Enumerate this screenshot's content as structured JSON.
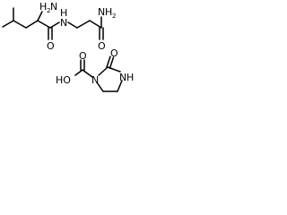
{
  "molecule_1": {
    "amine_n": "N",
    "amine_h": "H",
    "amine_sub": "2",
    "amide_nh_h": "H",
    "amide_nh_n": "N",
    "amide_o": "O",
    "terminal_n": "N",
    "terminal_h": "H",
    "terminal_sub": "2",
    "terminal_o": "O"
  },
  "molecule_2": {
    "acid_o_top": "O",
    "hydroxyl": "HO",
    "ring_n1": "N",
    "ring_o": "O",
    "ring_nh_n": "N",
    "ring_nh_h": "H"
  }
}
